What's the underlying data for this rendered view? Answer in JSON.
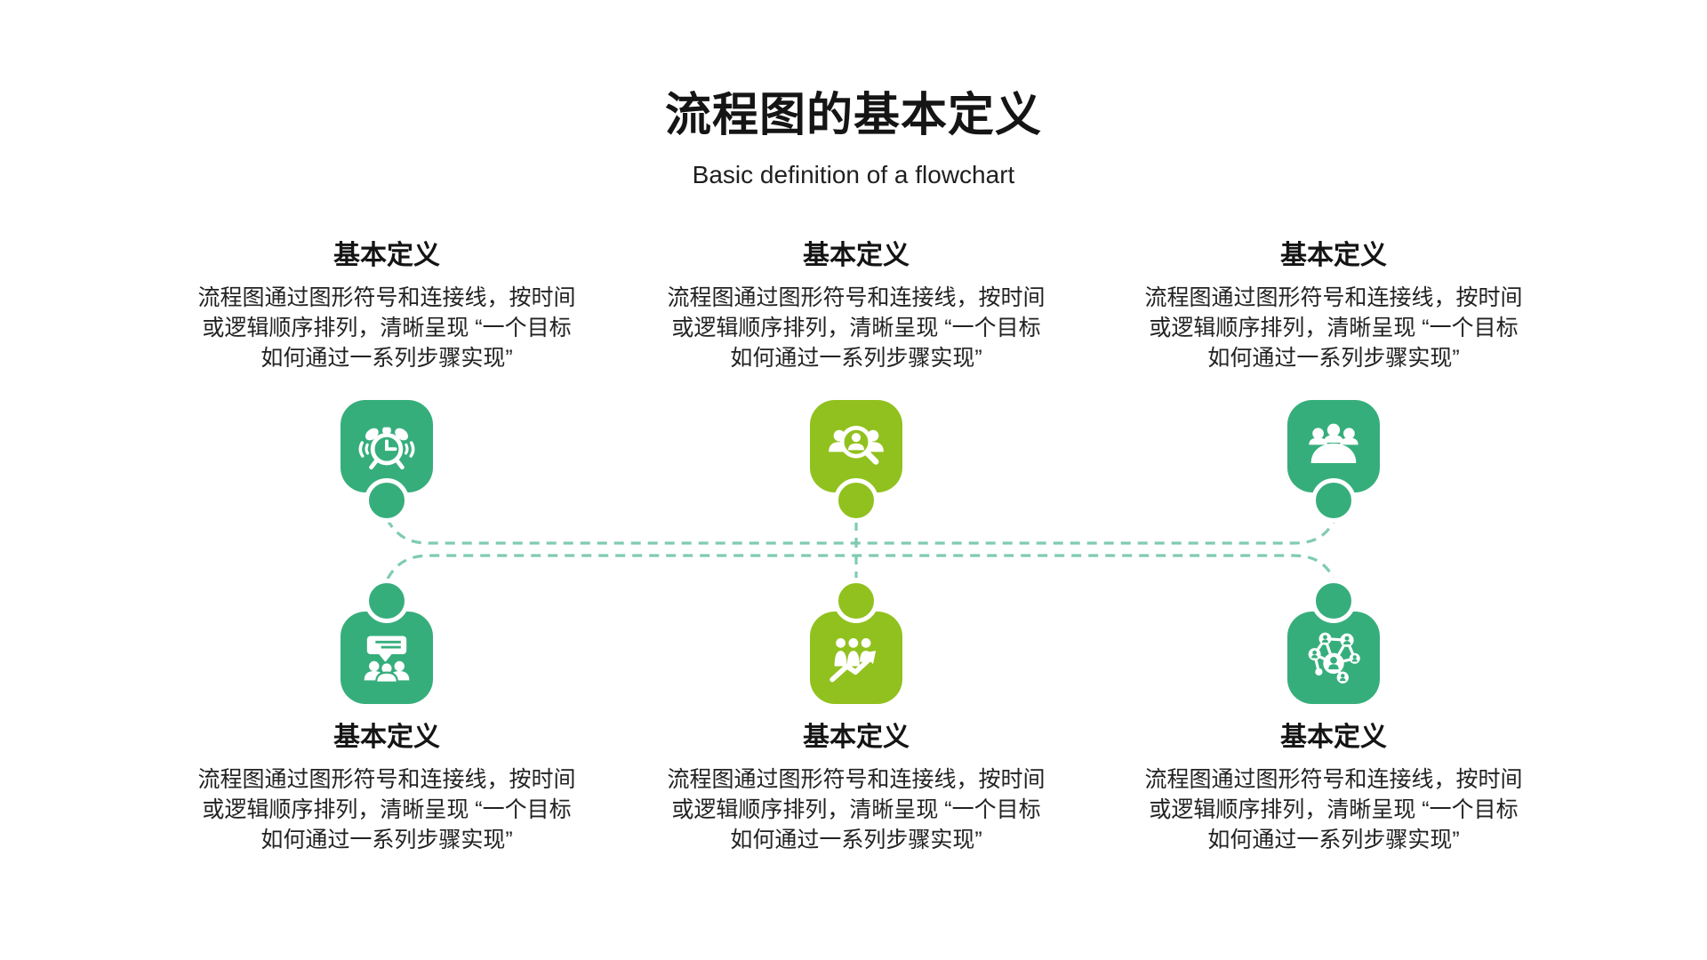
{
  "page": {
    "title": "流程图的基本定义",
    "subtitle": "Basic definition of a flowchart"
  },
  "colors": {
    "green": "#36ae7c",
    "lime": "#91c11e",
    "connector_line": "#7fcbb1",
    "text": "#1c1c1c"
  },
  "cards": [
    {
      "position": "top-left",
      "icon": "alarm-clock-icon",
      "color": "#36ae7c",
      "heading": "基本定义",
      "body_lines": [
        "流程图通过图形符号和连接线，按时间",
        "或逻辑顺序排列，清晰呈现 “一个目标",
        "如何通过一系列步骤实现”"
      ]
    },
    {
      "position": "top-center",
      "icon": "audience-search-icon",
      "color": "#91c11e",
      "heading": "基本定义",
      "body_lines": [
        "流程图通过图形符号和连接线，按时间",
        "或逻辑顺序排列，清晰呈现 “一个目标",
        "如何通过一系列步骤实现”"
      ]
    },
    {
      "position": "top-right",
      "icon": "meeting-group-icon",
      "color": "#36ae7c",
      "heading": "基本定义",
      "body_lines": [
        "流程图通过图形符号和连接线，按时间",
        "或逻辑顺序排列，清晰呈现 “一个目标",
        "如何通过一系列步骤实现”"
      ]
    },
    {
      "position": "bottom-left",
      "icon": "presentation-discussion-icon",
      "color": "#36ae7c",
      "heading": "基本定义",
      "body_lines": [
        "流程图通过图形符号和连接线，按时间",
        "或逻辑顺序排列，清晰呈现 “一个目标",
        "如何通过一系列步骤实现”"
      ]
    },
    {
      "position": "bottom-center",
      "icon": "team-growth-icon",
      "color": "#91c11e",
      "heading": "基本定义",
      "body_lines": [
        "流程图通过图形符号和连接线，按时间",
        "或逻辑顺序排列，清晰呈现 “一个目标",
        "如何通过一系列步骤实现”"
      ]
    },
    {
      "position": "bottom-right",
      "icon": "people-network-icon",
      "color": "#36ae7c",
      "heading": "基本定义",
      "body_lines": [
        "流程图通过图形符号和连接线，按时间",
        "或逻辑顺序排列，清晰呈现 “一个目标",
        "如何通过一系列步骤实现”"
      ]
    }
  ]
}
